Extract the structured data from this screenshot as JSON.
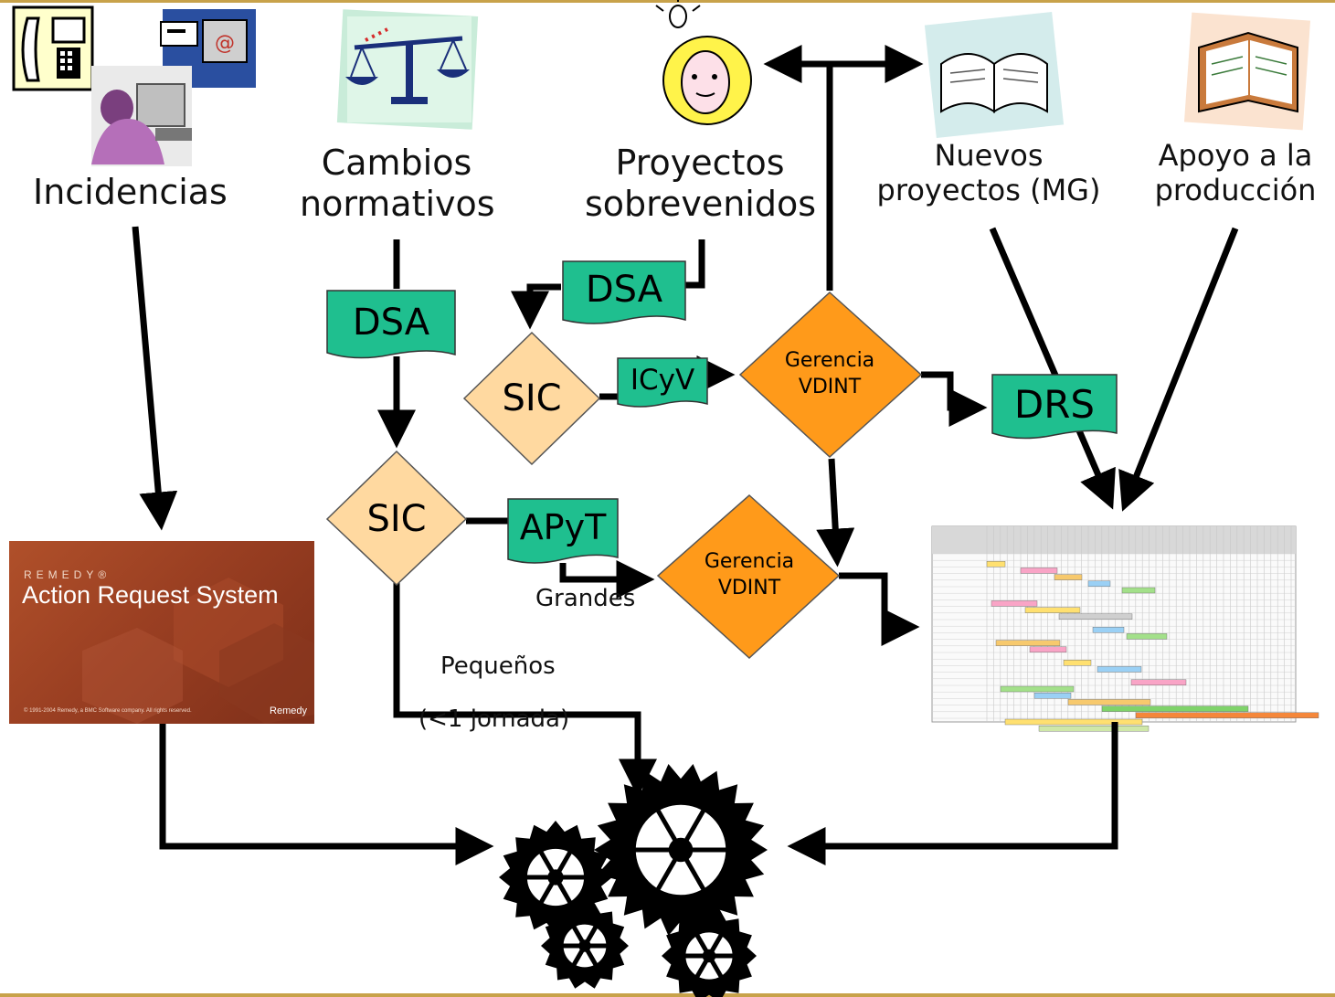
{
  "sources": {
    "incidencias": "Incidencias",
    "cambios_line1": "Cambios",
    "cambios_line2": "normativos",
    "proyectos_line1": "Proyectos",
    "proyectos_line2": "sobrevenidos",
    "nuevos_line1": "Nuevos",
    "nuevos_line2": "proyectos (MG)",
    "apoyo_line1": "Apoyo a la",
    "apoyo_line2": "producción"
  },
  "documents": {
    "dsa_left": "DSA",
    "dsa_right": "DSA",
    "icyv": "ICyV",
    "apyt": "APyT",
    "drs": "DRS"
  },
  "decisions": {
    "sic_top": "SIC",
    "sic_bottom": "SIC",
    "gerencia_top_line1": "Gerencia",
    "gerencia_top_line2": "VDINT",
    "gerencia_bottom_line1": "Gerencia",
    "gerencia_bottom_line2": "VDINT"
  },
  "edge_labels": {
    "grandes": "Grandes",
    "pequenos": "Pequeños",
    "pequenos_note": "(<1 jornada)"
  },
  "remedy": {
    "brand": "REMEDY®",
    "title": "Action Request System",
    "copyright": "© 1991-2004 Remedy, a BMC Software company. All rights reserved.",
    "logo": "Remedy"
  },
  "colors": {
    "document_fill": "#1fbf8f",
    "decision_sic": "#ffd9a0",
    "decision_gerencia": "#ff9a1a",
    "arrow": "#000000",
    "frame": "#c8a24a"
  }
}
